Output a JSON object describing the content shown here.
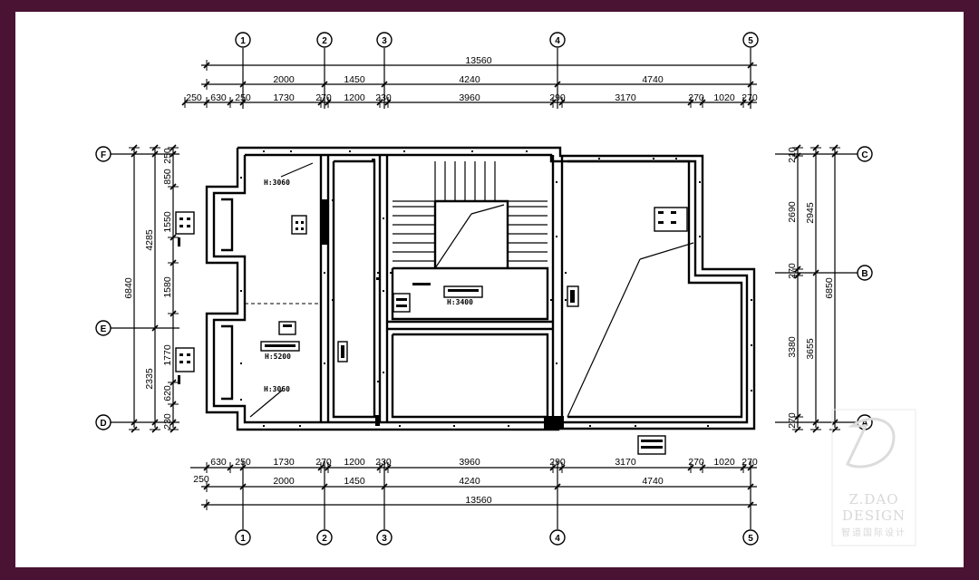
{
  "axes": {
    "columns": [
      "1",
      "2",
      "3",
      "4",
      "5"
    ],
    "rows_left": [
      "F",
      "E",
      "D"
    ],
    "rows_right": [
      "C",
      "B",
      "A"
    ]
  },
  "dims": {
    "top_total": "13560",
    "top_mid": [
      "2000",
      "1450",
      "4240",
      "4740"
    ],
    "top_fine": [
      "250",
      "630",
      "250",
      "1730",
      "270",
      "1200",
      "230",
      "3960",
      "290",
      "3170",
      "270",
      "1020",
      "270"
    ],
    "bottom_fine": [
      "630",
      "250",
      "1730",
      "270",
      "1200",
      "230",
      "3960",
      "290",
      "3170",
      "270",
      "1020",
      "270"
    ],
    "bottom_side": "250",
    "bottom_mid": [
      "2000",
      "1450",
      "4240",
      "4740"
    ],
    "bottom_total": "13560",
    "left_fine": [
      "250",
      "850",
      "1550",
      "1580",
      "1770",
      "620",
      "230"
    ],
    "left_mid": [
      "4285",
      "2335"
    ],
    "left_total": "6840",
    "right_fine": [
      "210",
      "2690",
      "270",
      "3380",
      "270"
    ],
    "right_mid": [
      "2945",
      "3655"
    ],
    "right_total": "6850"
  },
  "room_labels": {
    "h1": "H:3060",
    "h2": "H:5200",
    "h3": "H:3060",
    "h4": "H:3400"
  },
  "watermark": {
    "line1": "Z.DAO",
    "line2": "DESIGN",
    "line3": "智道国际设计"
  }
}
